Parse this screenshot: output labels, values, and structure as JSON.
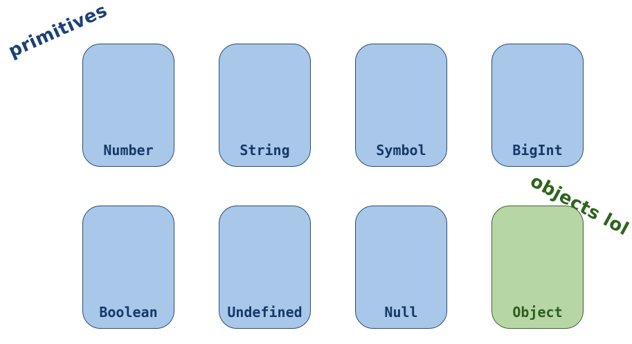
{
  "colors": {
    "canvas_bg": "#ffffff",
    "blue_fill": "#a9c7e8",
    "blue_stroke": "#2a4a73",
    "blue_text": "#17386b",
    "green_fill": "#b7d6a5",
    "green_stroke": "#3f6030",
    "green_text": "#2b5e1d",
    "annotation_blue": "#1c4178",
    "annotation_green": "#2d651c"
  },
  "annotations": {
    "primitives": "primitives",
    "objects": "objects lol"
  },
  "cards": {
    "number": "Number",
    "string": "String",
    "symbol": "Symbol",
    "bigint": "BigInt",
    "boolean": "Boolean",
    "undefined": "Undefined",
    "null": "Null",
    "object": "Object"
  }
}
